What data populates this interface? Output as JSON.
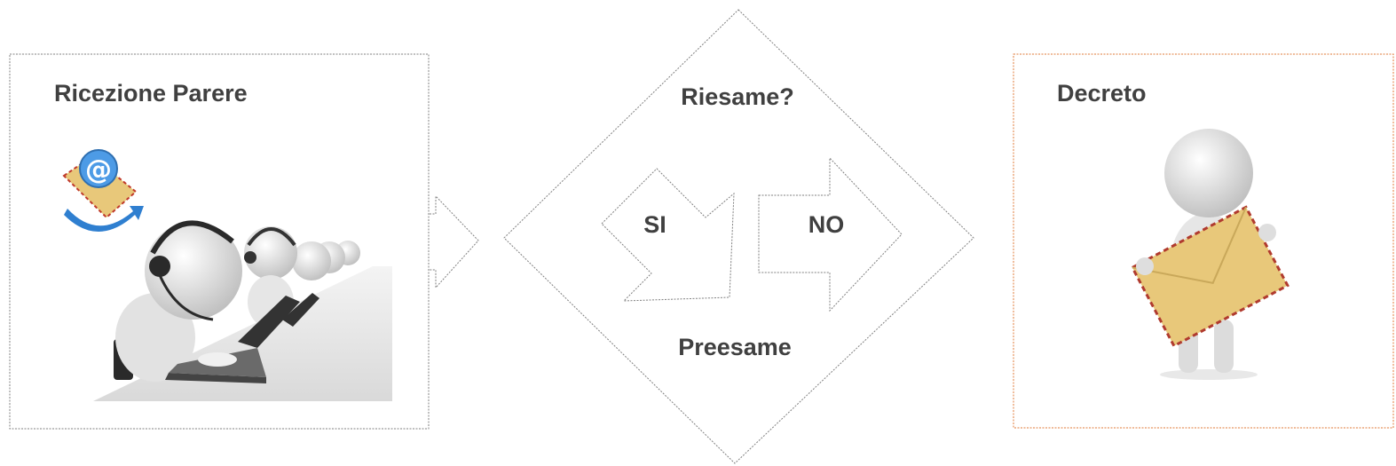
{
  "boxes": {
    "left": {
      "title": "Ricezione Parere",
      "illustration": "call-center-workers-illustration",
      "icon": "email-envelope-icon"
    },
    "right": {
      "title": "Decreto",
      "illustration": "person-holding-envelope-illustration"
    }
  },
  "decision": {
    "question": "Riesame?",
    "yes_label": "SI",
    "no_label": "NO",
    "bottom_label": "Preesame"
  },
  "colors": {
    "box_left_border": "#808080",
    "box_right_border": "#e07b39",
    "text": "#404040",
    "envelope": "#e8c87a",
    "at_sign": "#2f7fd0"
  }
}
